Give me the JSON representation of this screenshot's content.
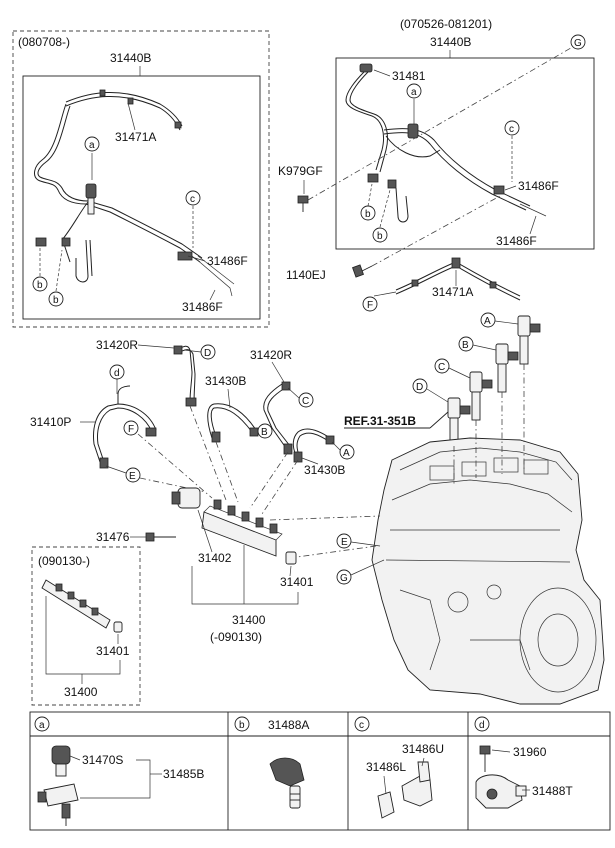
{
  "boxes": {
    "left_variant": "(080708-)",
    "right_variant": "(070526-081201)",
    "rail_variant": "(090130-)"
  },
  "labels": {
    "hose_left": "31440B",
    "hose_right": "31440B",
    "p31471a_left": "31471A",
    "p31471a_main": "31471A",
    "p31481": "31481",
    "k979gf": "K979GF",
    "p1140ej": "1140EJ",
    "p31486f_l1": "31486F",
    "p31486f_l2": "31486F",
    "p31486f_r1": "31486F",
    "p31486f_r2": "31486F",
    "p31420r_1": "31420R",
    "p31420r_2": "31420R",
    "p31430b_1": "31430B",
    "p31430b_2": "31430B",
    "p31410p": "31410P",
    "p31476": "31476",
    "p31402": "31402",
    "p31401_main": "31401",
    "p31400_main": "31400",
    "p31400_date": "(-090130)",
    "p31401_box": "31401",
    "p31400_box": "31400",
    "ref": "REF.31-351B",
    "legend_b": "31488A",
    "legend_a1": "31470S",
    "legend_a2": "31485B",
    "legend_c1": "31486U",
    "legend_c2": "31486L",
    "legend_d1": "31960",
    "legend_d2": "31488T"
  },
  "callouts": {
    "a": "a",
    "b": "b",
    "c": "c",
    "d": "d",
    "A": "A",
    "B": "B",
    "C": "C",
    "D": "D",
    "E": "E",
    "F": "F",
    "G": "G"
  }
}
